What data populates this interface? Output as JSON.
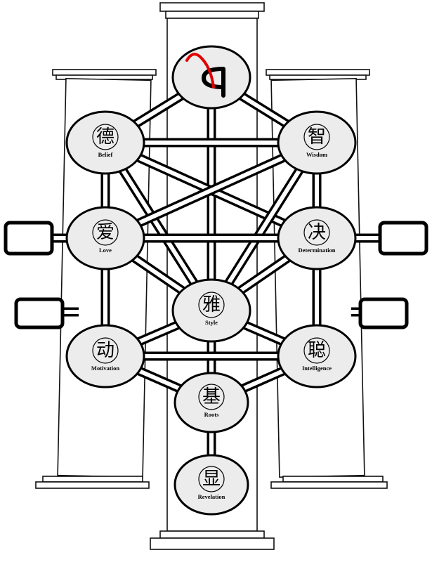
{
  "logo": {
    "text": "R",
    "accent_color": "#e00000"
  },
  "nodes": [
    {
      "id": "crown",
      "glyph": "",
      "label": ""
    },
    {
      "id": "belief",
      "glyph": "德",
      "label": "Belief"
    },
    {
      "id": "wisdom",
      "glyph": "智",
      "label": "Wisdom"
    },
    {
      "id": "love",
      "glyph": "爱",
      "label": "Love"
    },
    {
      "id": "determination",
      "glyph": "决",
      "label": "Determination"
    },
    {
      "id": "style",
      "glyph": "雅",
      "label": "Style"
    },
    {
      "id": "motivation",
      "glyph": "动",
      "label": "Motivation"
    },
    {
      "id": "intelligence",
      "glyph": "聪",
      "label": "Intelligence"
    },
    {
      "id": "roots",
      "glyph": "基",
      "label": "Roots"
    },
    {
      "id": "revelation",
      "glyph": "显",
      "label": "Revelation"
    }
  ],
  "connections": [
    [
      "crown",
      "belief"
    ],
    [
      "crown",
      "wisdom"
    ],
    [
      "crown",
      "style"
    ],
    [
      "belief",
      "wisdom"
    ],
    [
      "belief",
      "love"
    ],
    [
      "belief",
      "style"
    ],
    [
      "belief",
      "determination"
    ],
    [
      "wisdom",
      "determination"
    ],
    [
      "wisdom",
      "style"
    ],
    [
      "wisdom",
      "love"
    ],
    [
      "love",
      "determination"
    ],
    [
      "love",
      "motivation"
    ],
    [
      "love",
      "style"
    ],
    [
      "determination",
      "intelligence"
    ],
    [
      "determination",
      "style"
    ],
    [
      "style",
      "motivation"
    ],
    [
      "style",
      "intelligence"
    ],
    [
      "style",
      "roots"
    ],
    [
      "motivation",
      "intelligence"
    ],
    [
      "motivation",
      "roots"
    ],
    [
      "intelligence",
      "roots"
    ],
    [
      "roots",
      "revelation"
    ]
  ],
  "colors": {
    "line": "#000000",
    "node_fill": "#ececec",
    "background": "#ffffff"
  }
}
